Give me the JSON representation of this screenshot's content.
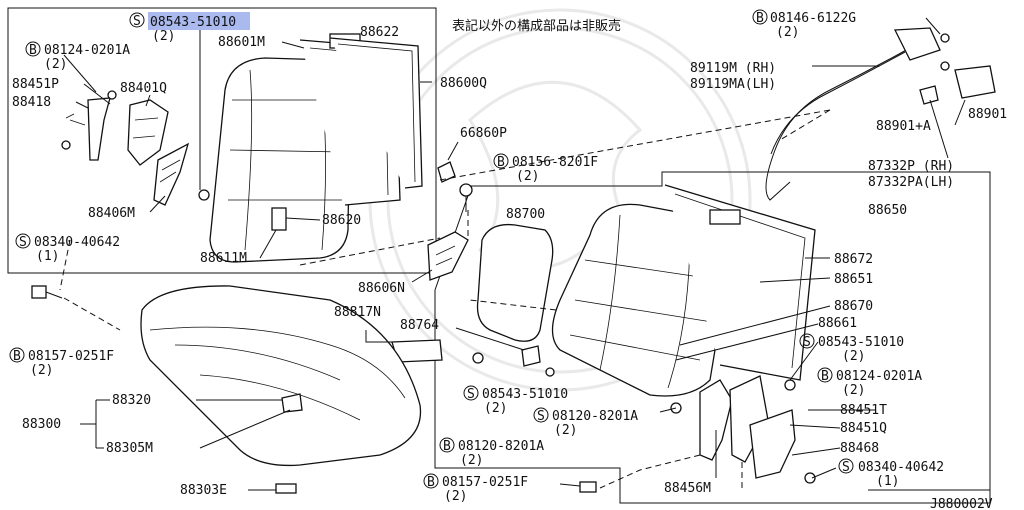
{
  "diagram_id": "J880002V",
  "note_japanese": "表記以外の構成部品は非販売",
  "highlight_color": "#8fa3e8",
  "labels": {
    "l01": "08543-51010",
    "l01_qty": "(2)",
    "l02": "88601M",
    "l03": "88622",
    "l04": "88600Q",
    "l05": "08124-0201A",
    "l05_qty": "(2)",
    "l06": "88451P",
    "l07": "88418",
    "l08": "88401Q",
    "l09": "88406M",
    "l10": "08340-40642",
    "l10_qty": "(1)",
    "l11": "88620",
    "l12": "88611M",
    "l13": "66860P",
    "l14": "08156-8201F",
    "l14_qty": "(2)",
    "l15": "88606N",
    "l16": "08146-6122G",
    "l16_qty": "(2)",
    "l17": "89119M (RH)",
    "l18": "89119MA(LH)",
    "l19": "88901",
    "l20": "88901+A",
    "l21": "87332P (RH)",
    "l22": "87332PA(LH)",
    "l23": "88650",
    "l24": "88700",
    "l25": "88672",
    "l26": "88651",
    "l27": "88670",
    "l28": "88661",
    "l29": "88817N",
    "l30": "88764",
    "l31": "08543-51010",
    "l31_qty": "(2)",
    "l32": "08124-0201A",
    "l32_qty": "(2)",
    "l33": "08157-0251F",
    "l33_qty": "(2)",
    "l34": "08543-51010",
    "l34_qty": "(2)",
    "l35": "08120-8201A",
    "l35_qty": "(2)",
    "l36": "88451T",
    "l37": "88451Q",
    "l38": "88468",
    "l39": "08340-40642",
    "l39_qty": "(1)",
    "l40": "88300",
    "l41": "88320",
    "l42": "88305M",
    "l43": "08120-8201A",
    "l43_qty": "(2)",
    "l44": "88303E",
    "l45": "08157-0251F",
    "l45_qty": "(2)",
    "l46": "88456M"
  },
  "markers": {
    "bolt": "B",
    "screw": "S"
  }
}
